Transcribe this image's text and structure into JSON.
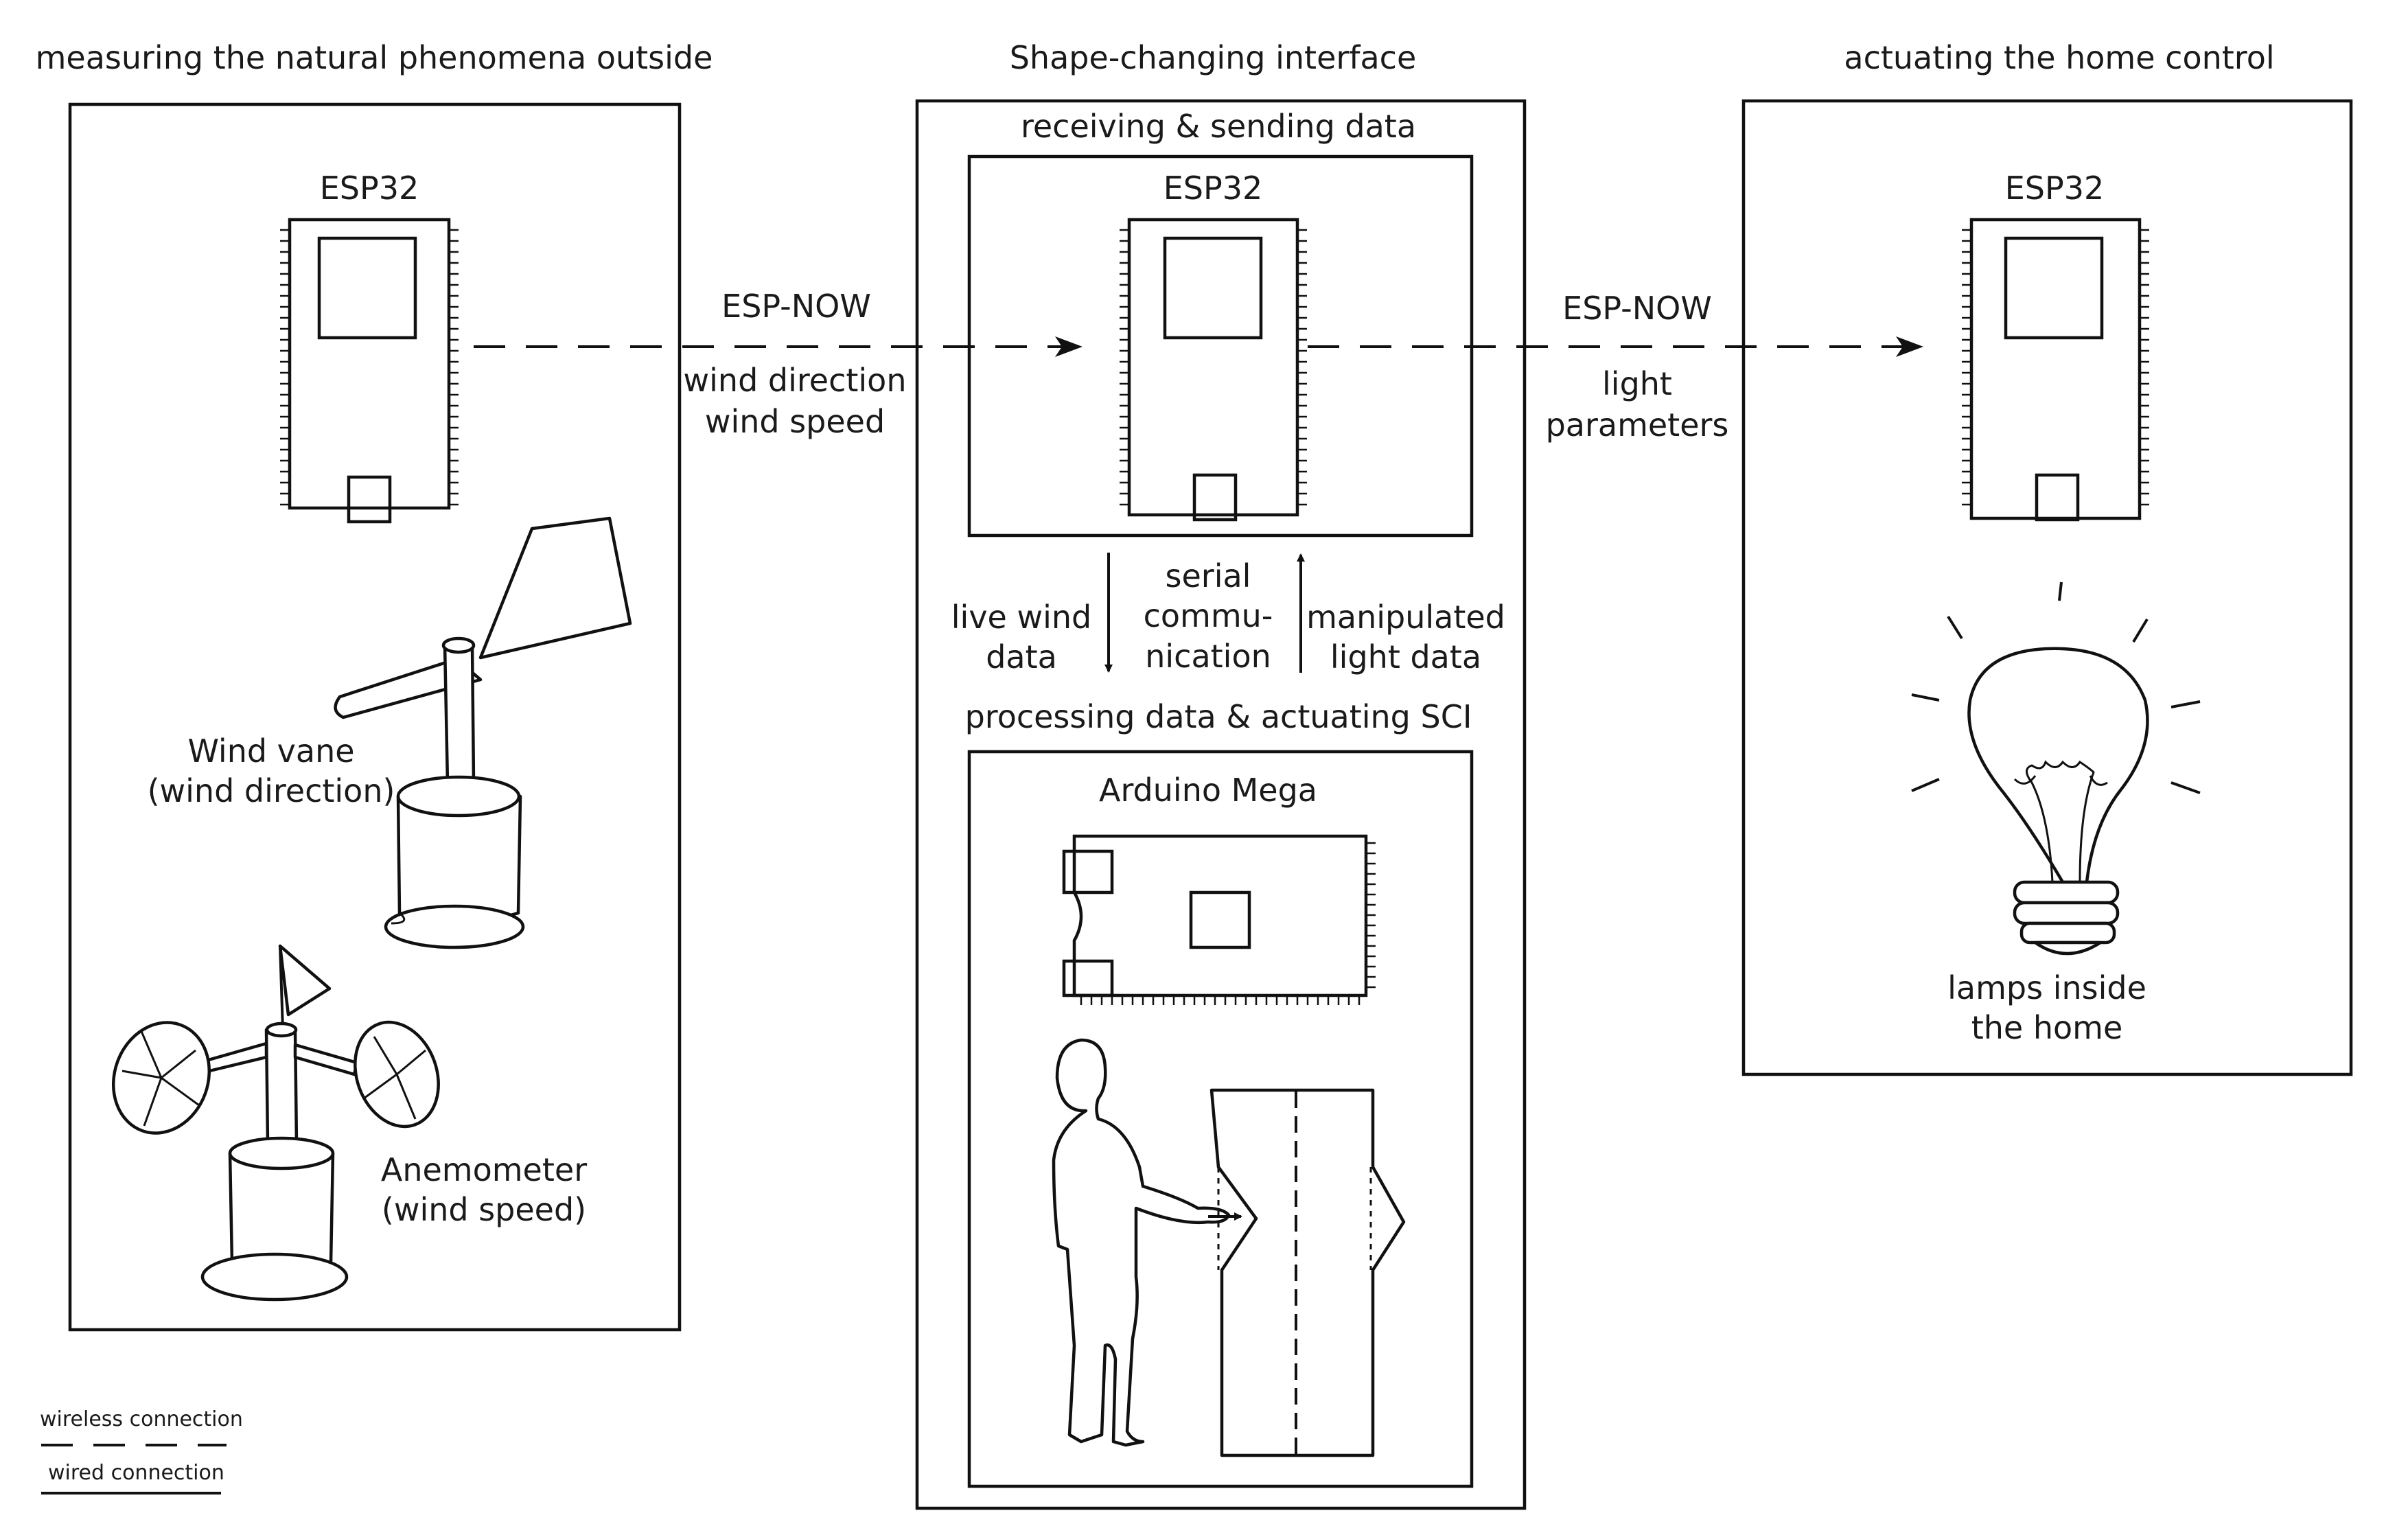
{
  "sections": {
    "left_title": "measuring the natural phenomena outside",
    "center_title": "Shape-changing interface",
    "right_title": "actuating the home control"
  },
  "left_panel": {
    "esp_label": "ESP32",
    "wind_vane_label": [
      "Wind vane",
      "(wind direction)"
    ],
    "anemometer_label": [
      "Anemometer",
      "(wind speed)"
    ]
  },
  "link_left": {
    "protocol": "ESP-NOW",
    "payload": [
      "wind direction",
      "wind speed"
    ]
  },
  "center_panel": {
    "top_box_title": "receiving & sending data",
    "esp_label": "ESP32",
    "down_arrow_label": [
      "live wind",
      "data"
    ],
    "middle_label": [
      "serial",
      "commu-",
      "nication"
    ],
    "up_arrow_label": [
      "manipulated",
      "light data"
    ],
    "bottom_box_title": "processing data & actuating SCI",
    "arduino_label": "Arduino Mega"
  },
  "link_right": {
    "protocol": "ESP-NOW",
    "payload": [
      "light",
      "parameters"
    ]
  },
  "right_panel": {
    "esp_label": "ESP32",
    "lamp_label": [
      "lamps inside",
      "the home"
    ]
  },
  "legend": {
    "wireless": "wireless connection",
    "wired": "wired connection"
  },
  "style": {
    "stroke_color": "#111111",
    "background": "#ffffff"
  }
}
